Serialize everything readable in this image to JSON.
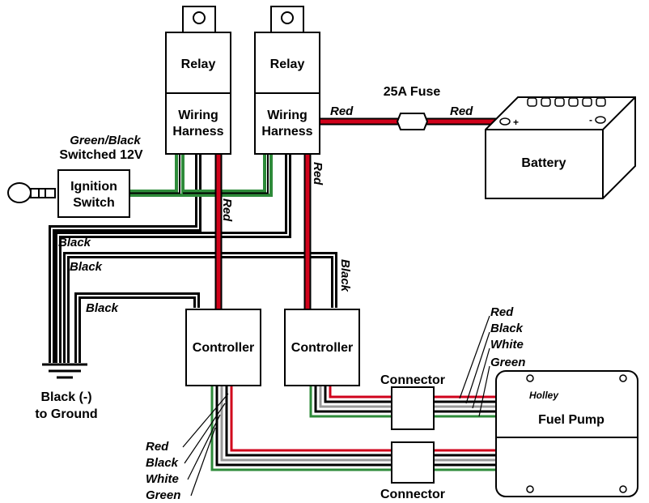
{
  "relays": [
    {
      "label": "Relay",
      "harness_line1": "Wiring",
      "harness_line2": "Harness"
    },
    {
      "label": "Relay",
      "harness_line1": "Wiring",
      "harness_line2": "Harness"
    }
  ],
  "fuse": {
    "label": "25A Fuse"
  },
  "battery": {
    "label": "Battery",
    "positive": "+",
    "negative": "-"
  },
  "ignition": {
    "line1": "Ignition",
    "line2": "Switch"
  },
  "switched": {
    "line1": "Green/Black",
    "line2": "Switched 12V"
  },
  "controllers": [
    {
      "label": "Controller"
    },
    {
      "label": "Controller"
    }
  ],
  "ground": {
    "line1": "Black (-)",
    "line2": "to Ground"
  },
  "connectors": [
    {
      "label": "Connector"
    },
    {
      "label": "Connector"
    }
  ],
  "fuel_pump": {
    "label": "Fuel Pump",
    "logo": "Holley"
  },
  "wire_labels": {
    "red": "Red",
    "black": "Black",
    "white": "White",
    "green": "Green"
  },
  "colors": {
    "red_wire": "#d0021b",
    "green_wire": "#2e8b3a",
    "black_wire": "#000000"
  }
}
